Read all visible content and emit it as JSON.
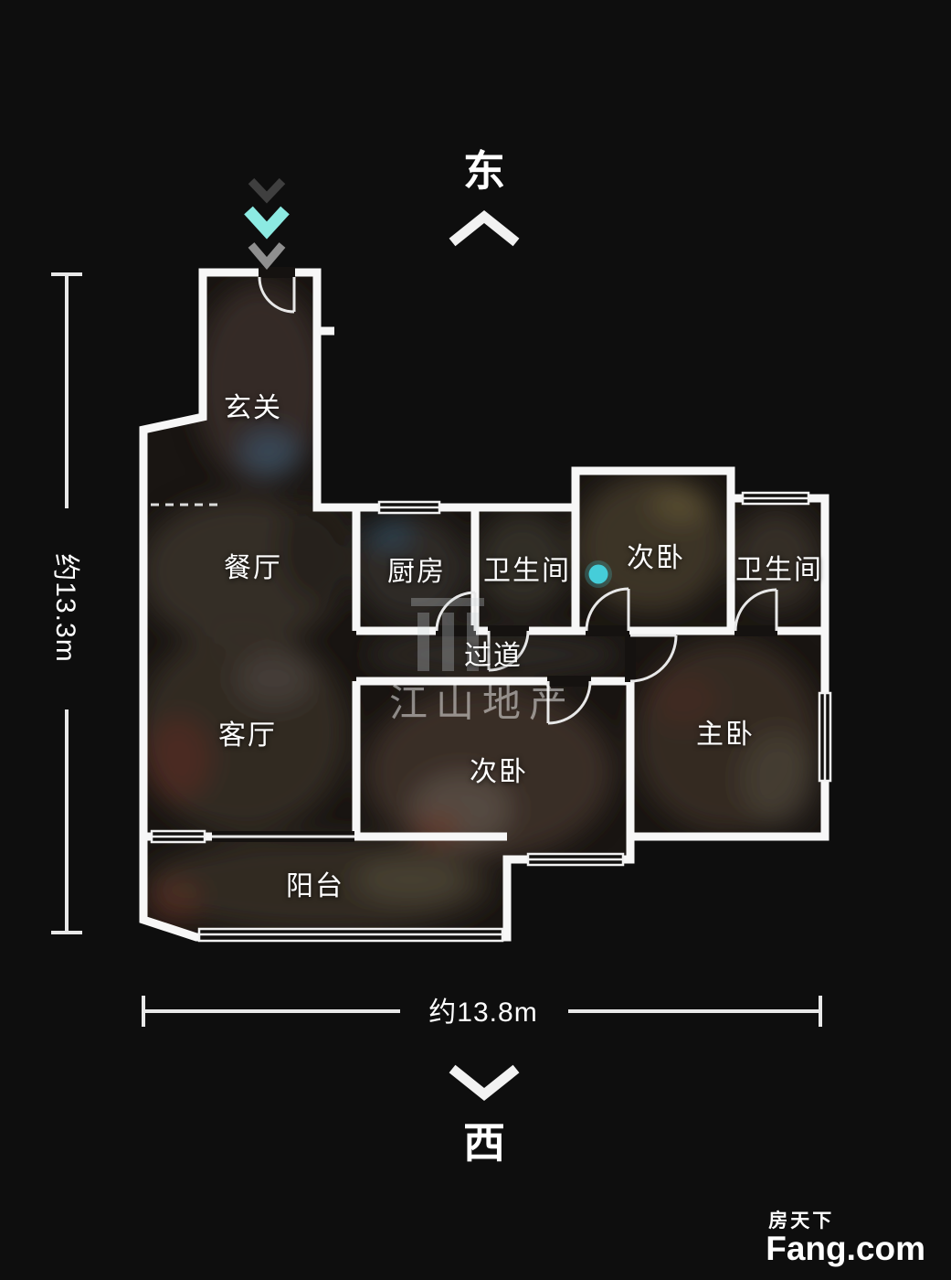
{
  "compass": {
    "east": "东",
    "west": "西"
  },
  "dimensions": {
    "vertical": "约13.3m",
    "horizontal": "约13.8m"
  },
  "rooms": {
    "entry": "玄关",
    "dining": "餐厅",
    "kitchen": "厨房",
    "bath1": "卫生间",
    "bedroom_top": "次卧",
    "bath2": "卫生间",
    "corridor": "过道",
    "living": "客厅",
    "bedroom_bottom": "次卧",
    "master": "主卧",
    "balcony": "阳台"
  },
  "watermark": {
    "text": "江山地产"
  },
  "logo": {
    "cn": "房天下",
    "en": "Fang.com"
  },
  "icons": {
    "entrance": "entrance-direction-icon",
    "panorama": "panorama-point-icon",
    "compass_up": "compass-east-arrow-icon",
    "compass_down": "compass-west-arrow-icon"
  },
  "colors": {
    "accent_cyan": "#45cdd9",
    "wall": "#f7f7f7",
    "background": "#0e0e0e"
  }
}
